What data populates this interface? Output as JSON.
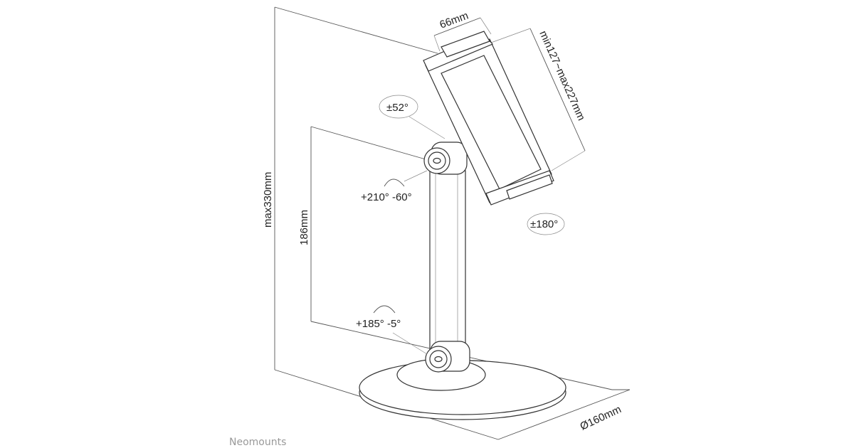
{
  "dimensions": {
    "clamp_width": "66mm",
    "clamp_range": "min127~max227mm",
    "max_height": "max330mm",
    "joint_height": "186mm",
    "base_diameter": "Ø160mm"
  },
  "rotations": {
    "holder_tilt": "±52°",
    "top_joint": "+210° -60°",
    "holder_rotate": "±180°",
    "bottom_joint": "+185° -5°"
  },
  "brand": "Neomounts"
}
